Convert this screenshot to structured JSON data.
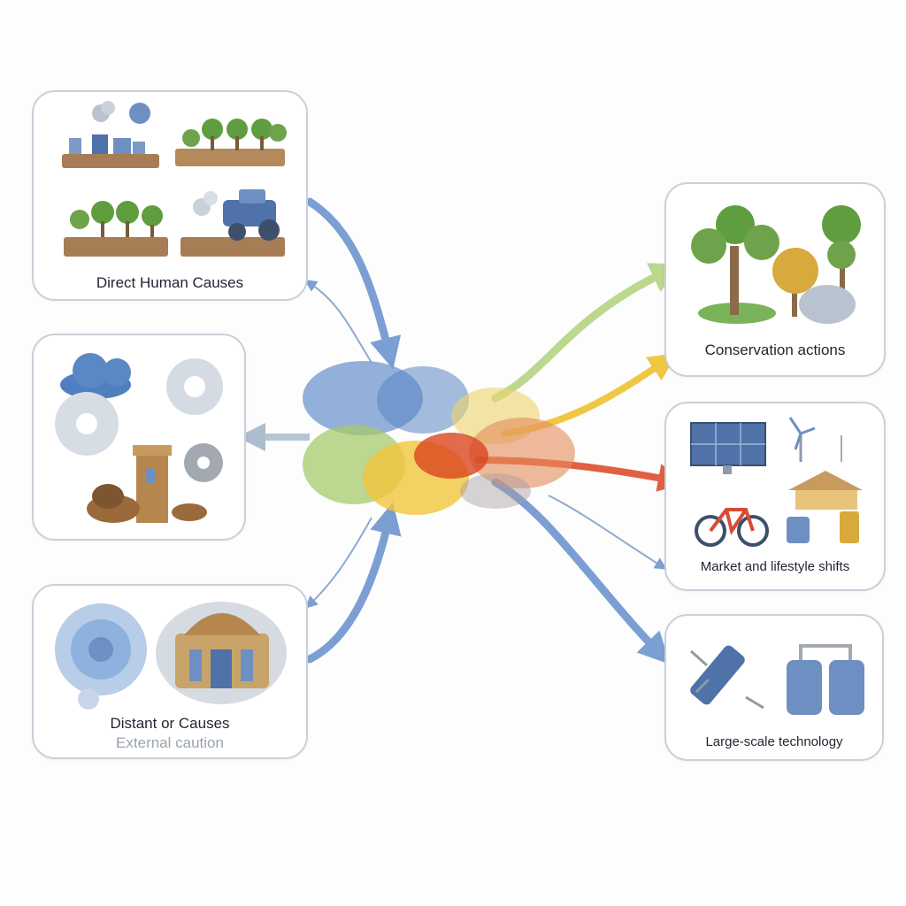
{
  "nodes": {
    "direct_human_causes": {
      "label": "Direct Human Causes"
    },
    "distant_causes": {
      "label": "Distant or Causes",
      "sublabel": "External caution"
    },
    "conservation_actions": {
      "label": "Conservation actions"
    },
    "market_lifestyle": {
      "label": "Market and lifestyle shifts"
    },
    "large_scale_technology": {
      "label": "Large-scale technology"
    }
  },
  "colors": {
    "blue": "#6f95cf",
    "light_blue": "#8fb1dd",
    "green": "#a6c96b",
    "yellow": "#f0c53c",
    "red": "#e0583a",
    "orange": "#e58a5a",
    "card_border": "#c9d0da",
    "tree_green": "#5f9e3e",
    "soil_brown": "#a77d55"
  },
  "icons": [
    "factory-icon",
    "cloud-icon",
    "tree-row-icon",
    "tractor-icon",
    "gear-icon",
    "ruined-tower-icon",
    "virus-icon",
    "temple-icon",
    "solar-panel-icon",
    "wind-turbine-icon",
    "bicycle-icon",
    "market-stall-icon",
    "satellite-icon",
    "machinery-icon"
  ]
}
